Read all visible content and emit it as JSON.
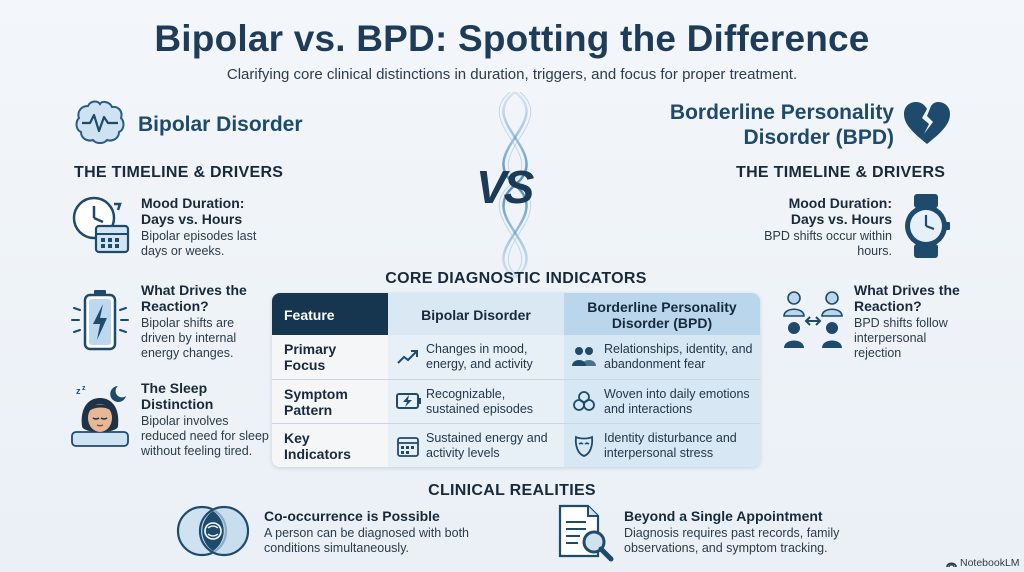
{
  "title": "Bipolar vs. BPD: Spotting the Difference",
  "subtitle": "Clarifying core clinical distinctions in duration, triggers, and focus for proper treatment.",
  "vs": "VS",
  "left": {
    "heading": "Bipolar Disorder",
    "section": "THE TIMELINE & DRIVERS",
    "items": [
      {
        "title": "Mood Duration: Days vs. Hours",
        "text": "Bipolar episodes last days or weeks."
      },
      {
        "title": "What Drives the Reaction?",
        "text": "Bipolar shifts are driven by internal energy changes."
      },
      {
        "title": "The Sleep Distinction",
        "text": "Bipolar involves reduced need for sleep without feeling tired."
      }
    ]
  },
  "right": {
    "heading": "Borderline Personality Disorder (BPD)",
    "section": "THE TIMELINE & DRIVERS",
    "items": [
      {
        "title": "Mood Duration: Days vs. Hours",
        "text": "BPD shifts occur within hours."
      },
      {
        "title": "What Drives the Reaction?",
        "text": "BPD shifts follow interpersonal rejection"
      }
    ]
  },
  "table": {
    "heading": "CORE DIAGNOSTIC INDICATORS",
    "headers": [
      "Feature",
      "Bipolar Disorder",
      "Borderline Personality Disorder (BPD)"
    ],
    "rows": [
      {
        "feature": "Primary Focus",
        "bipolar": "Changes in mood, energy, and activity",
        "bpd": "Relationships, identity, and abandonment fear"
      },
      {
        "feature": "Symptom Pattern",
        "bipolar": "Recognizable, sustained episodes",
        "bpd": "Woven into daily emotions and interactions"
      },
      {
        "feature": "Key Indicators",
        "bipolar": "Sustained energy and activity levels",
        "bpd": "Identity disturbance and interpersonal stress"
      }
    ]
  },
  "realities": {
    "heading": "CLINICAL REALITIES",
    "items": [
      {
        "title": "Co-occurrence is Possible",
        "text": "A person can be diagnosed with both conditions simultaneously."
      },
      {
        "title": "Beyond a Single Appointment",
        "text": "Diagnosis requires past records, family observations, and symptom tracking."
      }
    ]
  },
  "brand": "NotebookLM",
  "colors": {
    "navy": "#16354f",
    "accent": "#3b7fb5",
    "light_blue": "#b9d6ec"
  }
}
